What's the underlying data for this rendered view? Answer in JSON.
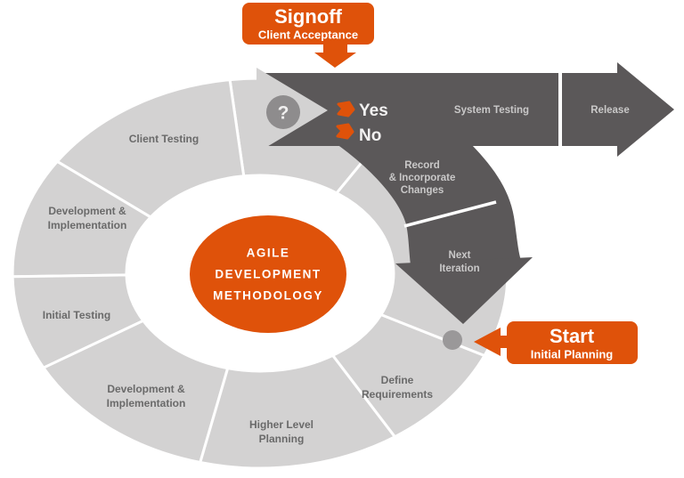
{
  "diagram_title": "AGILE DEVELOPMENT METHODOLOGY",
  "center": {
    "lines": [
      "AGILE",
      "DEVELOPMENT",
      "METHODOLOGY"
    ]
  },
  "ring": {
    "segments": [
      {
        "lines": [
          "Client Testing"
        ]
      },
      {
        "lines": [
          "Development &",
          "Implementation"
        ]
      },
      {
        "lines": [
          "Initial Testing"
        ]
      },
      {
        "lines": [
          "Development &",
          "Implementation"
        ]
      },
      {
        "lines": [
          "Higher Level",
          "Planning"
        ]
      },
      {
        "lines": [
          "Define",
          "Requirements"
        ]
      }
    ]
  },
  "flow": {
    "question_mark": "?",
    "yes": "Yes",
    "no": "No",
    "system_testing": "System Testing",
    "release": "Release",
    "record": {
      "lines": [
        "Record",
        "& Incorporate",
        "Changes"
      ]
    },
    "next_iteration": {
      "lines": [
        "Next",
        "Iteration"
      ]
    }
  },
  "callouts": {
    "signoff": {
      "title": "Signoff",
      "subtitle": "Client Acceptance"
    },
    "start": {
      "title": "Start",
      "subtitle": "Initial Planning"
    }
  },
  "colors": {
    "accent_orange": "#df520a",
    "dark_gray": "#5b5859",
    "ring_gray": "#d3d2d2",
    "question_circle_gray": "#8e8c8d",
    "dot_gray": "#9a9899",
    "ring_label_text": "#6a6a6a",
    "band_label_text": "#c9c8c8"
  }
}
